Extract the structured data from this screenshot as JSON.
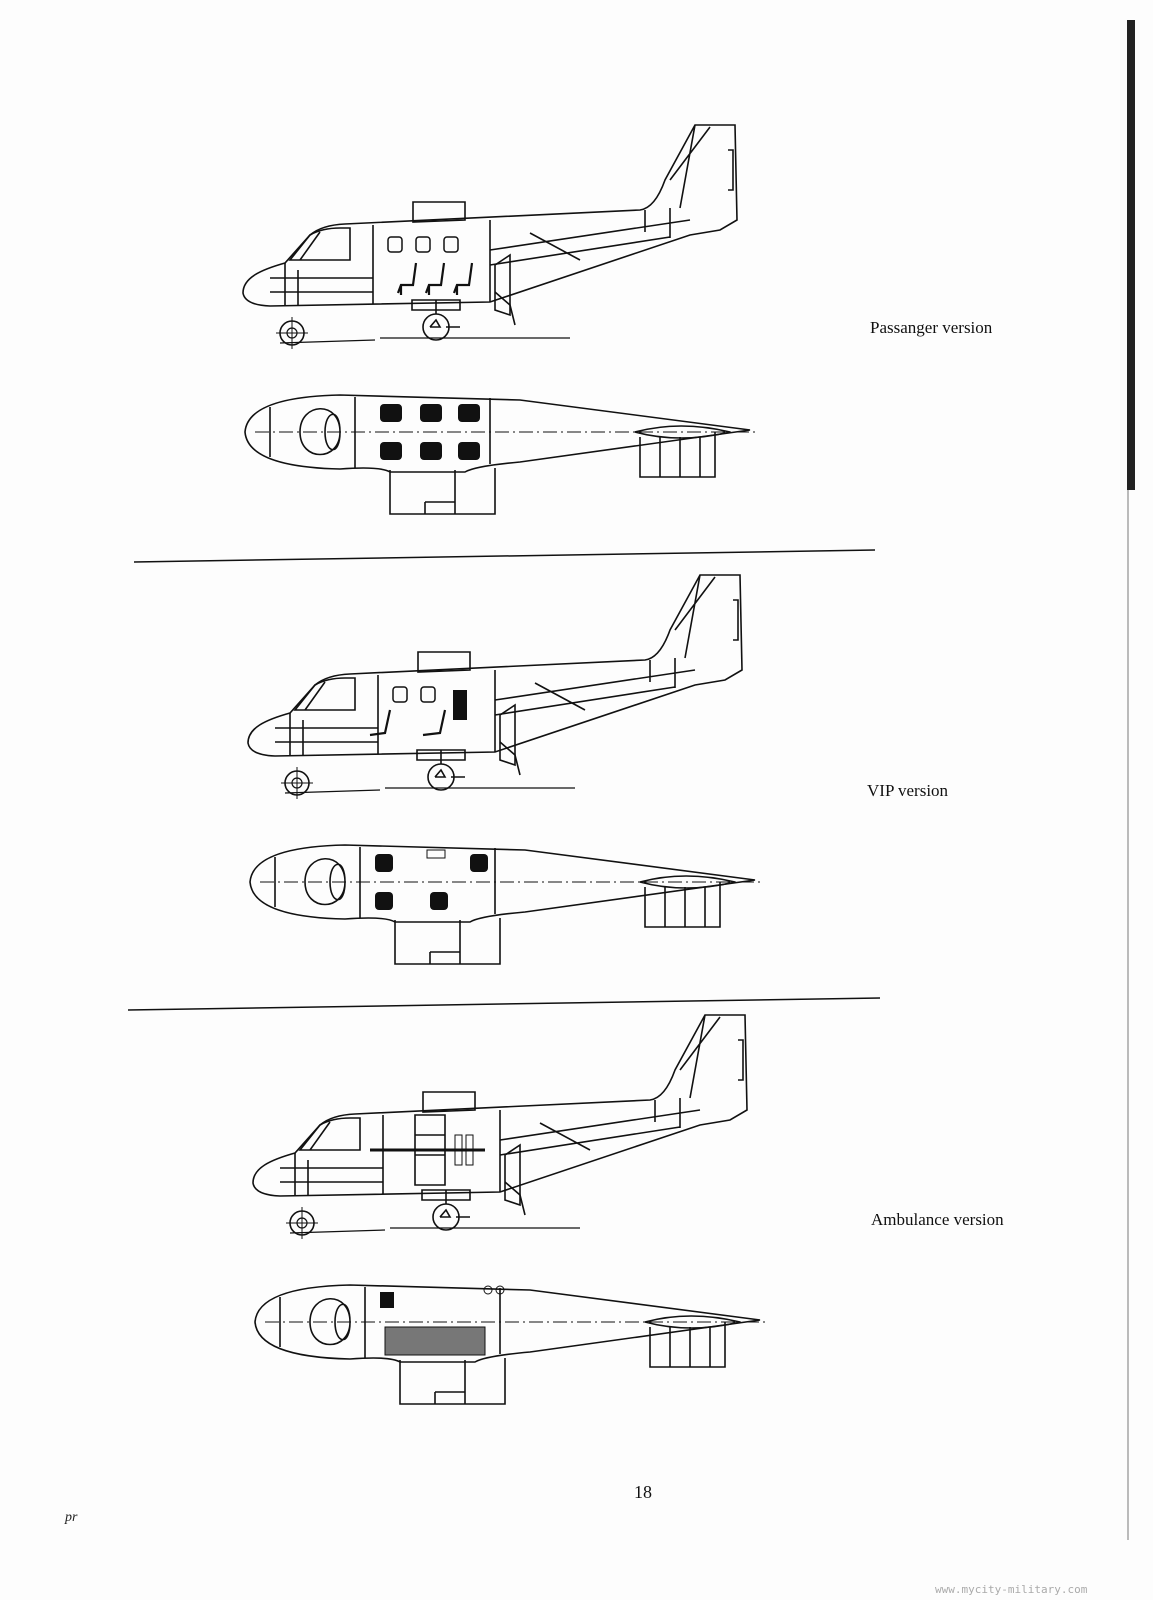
{
  "sections": [
    {
      "label": "Passanger version",
      "variant": "passenger"
    },
    {
      "label": "VIP version",
      "variant": "vip"
    },
    {
      "label": "Ambulance version",
      "variant": "ambulance"
    }
  ],
  "page_number": "18",
  "watermark": "www.mycity-military.com",
  "margin_note": "pr",
  "colors": {
    "ink": "#111111",
    "paper": "#fdfdfd"
  }
}
